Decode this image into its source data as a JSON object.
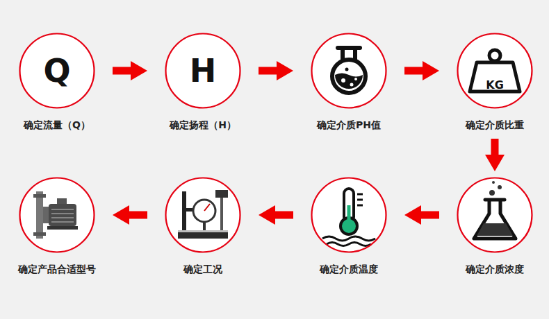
{
  "diagram": {
    "nodes": [
      {
        "text": [
          "Q",
          "确定流量（Q）"
        ]
      },
      {
        "text": [
          "H",
          "确定扬程（H）"
        ]
      },
      {
        "text": [
          "确定介质PH值"
        ]
      },
      {
        "text": [
          "KG",
          "确定介质比重"
        ]
      },
      {
        "text": [
          "确定产品合适型号"
        ]
      },
      {
        "text": [
          "确定工况"
        ]
      },
      {
        "text": [
          "确定介质温度"
        ]
      },
      {
        "text": [
          "确定介质浓度"
        ]
      }
    ],
    "edges": [
      {
        "from": 0,
        "to": 1,
        "arrow": "to"
      },
      {
        "from": 1,
        "to": 2,
        "arrow": "to"
      },
      {
        "from": 2,
        "to": 3,
        "arrow": "to"
      },
      {
        "from": 3,
        "to": 7,
        "arrow": "to"
      },
      {
        "from": 7,
        "to": 6,
        "arrow": "to"
      },
      {
        "from": 6,
        "to": 5,
        "arrow": "to"
      },
      {
        "from": 5,
        "to": 4,
        "arrow": "to"
      }
    ]
  }
}
